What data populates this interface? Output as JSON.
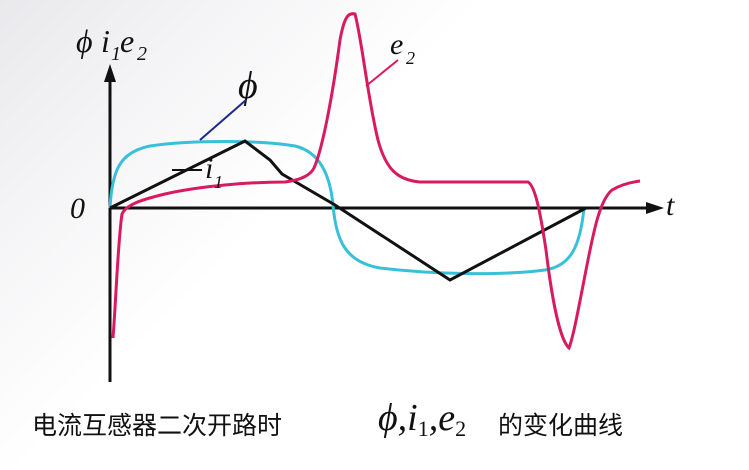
{
  "axis": {
    "y_label_phi": "ϕ",
    "y_label_i": "i",
    "y_label_i_sub": "1",
    "y_label_e": "e",
    "y_label_e_sub": "2",
    "x_label": "t",
    "origin": "0"
  },
  "curves": {
    "phi_label": "ϕ",
    "i1_label": "i",
    "i1_sub": "1",
    "e2_label": "e",
    "e2_sub": "2"
  },
  "colors": {
    "phi": "#111111",
    "i1": "#38c0d8",
    "e2": "#d81b60",
    "axis": "#111111",
    "leader": "#1a2a8a"
  },
  "caption": {
    "text_before": "电流互感器二次开路时",
    "math_phi": "ϕ",
    "math_i": "i",
    "math_i_sub": "1",
    "math_e": "e",
    "math_e_sub": "2",
    "text_after": "的变化曲线"
  }
}
